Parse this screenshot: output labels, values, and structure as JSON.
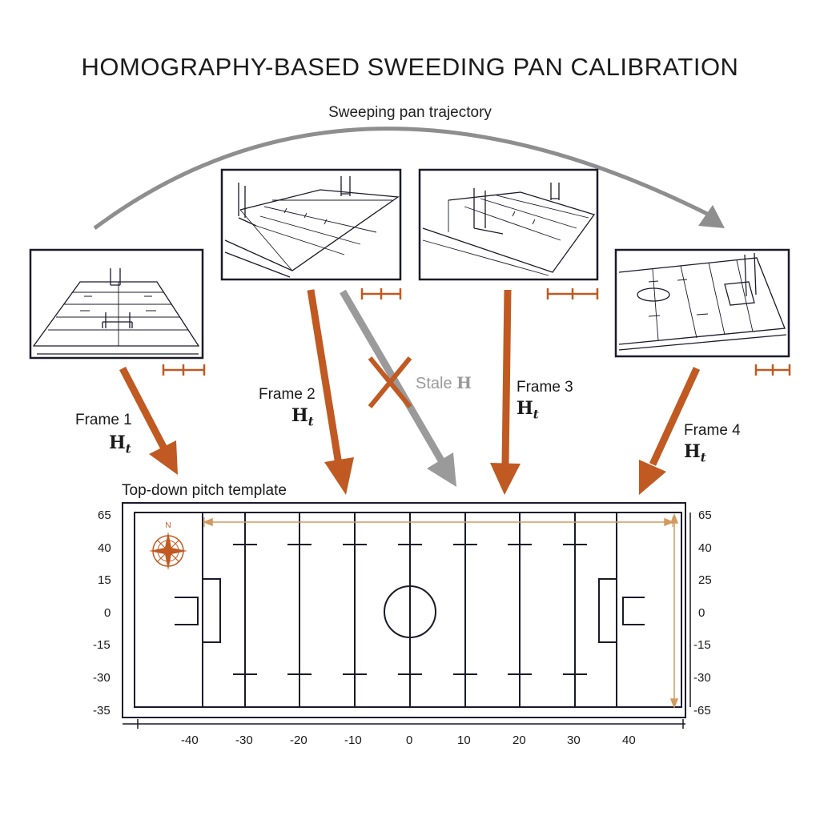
{
  "title": "HOMOGRAPHY-BASED SWEEDING PAN CALIBRATION",
  "trajectory_label": "Sweeping pan trajectory",
  "frames": [
    {
      "label": "Frame 1",
      "h_symbol": "H",
      "h_sub": "t"
    },
    {
      "label": "Frame 2",
      "h_symbol": "H",
      "h_sub": "t"
    },
    {
      "label": "Frame 3",
      "h_symbol": "H",
      "h_sub": "t"
    },
    {
      "label": "Frame 4",
      "h_symbol": "H",
      "h_sub": "t"
    }
  ],
  "stale": {
    "prefix": "Stale",
    "symbol": "H"
  },
  "template_label": "Top-down pitch template",
  "axes": {
    "x_ticks": [
      "-40",
      "-30",
      "-20",
      "-10",
      "0",
      "10",
      "20",
      "30",
      "40"
    ],
    "y_left_ticks": [
      "65",
      "40",
      "15",
      "0",
      "-15",
      "-30",
      "-35"
    ],
    "y_right_ticks": [
      "65",
      "40",
      "25",
      "0",
      "-15",
      "-30",
      "-65"
    ]
  },
  "compass": {
    "north_label": "N"
  },
  "colors": {
    "arrow_orange": "#c05a22",
    "arrow_gray": "#9a9a9a",
    "line_dark": "#1a1a2a",
    "dimension": "#d09a60"
  }
}
